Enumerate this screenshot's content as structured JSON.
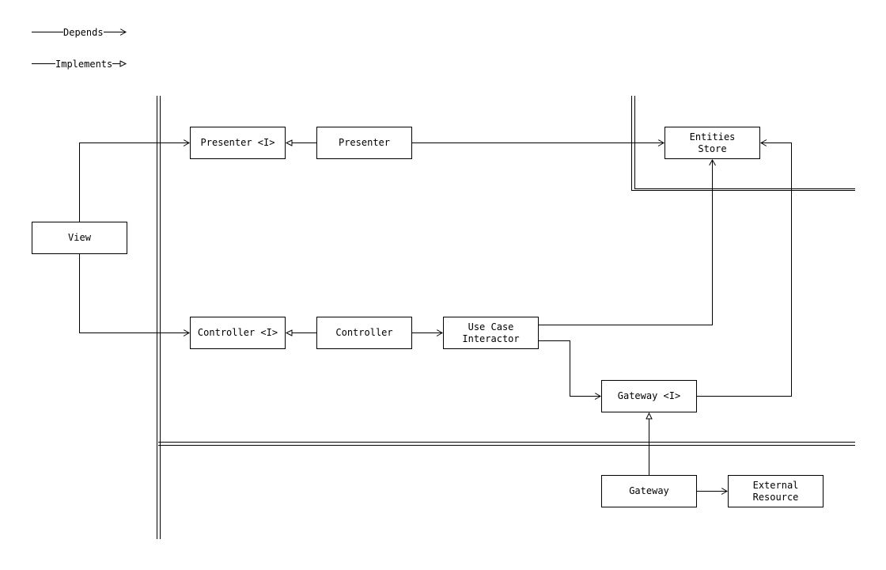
{
  "legend": {
    "depends": "Depends",
    "implements": "Implements"
  },
  "nodes": {
    "presenter_interface": "Presenter <I>",
    "presenter": "Presenter",
    "entities_store": "Entities\nStore",
    "view": "View",
    "controller_interface": "Controller <I>",
    "controller": "Controller",
    "use_case_interactor": "Use Case\nInteractor",
    "gateway_interface": "Gateway <I>",
    "gateway": "Gateway",
    "external_resource": "External\nResource"
  },
  "colors": {
    "line": "#000000",
    "background": "#ffffff"
  }
}
